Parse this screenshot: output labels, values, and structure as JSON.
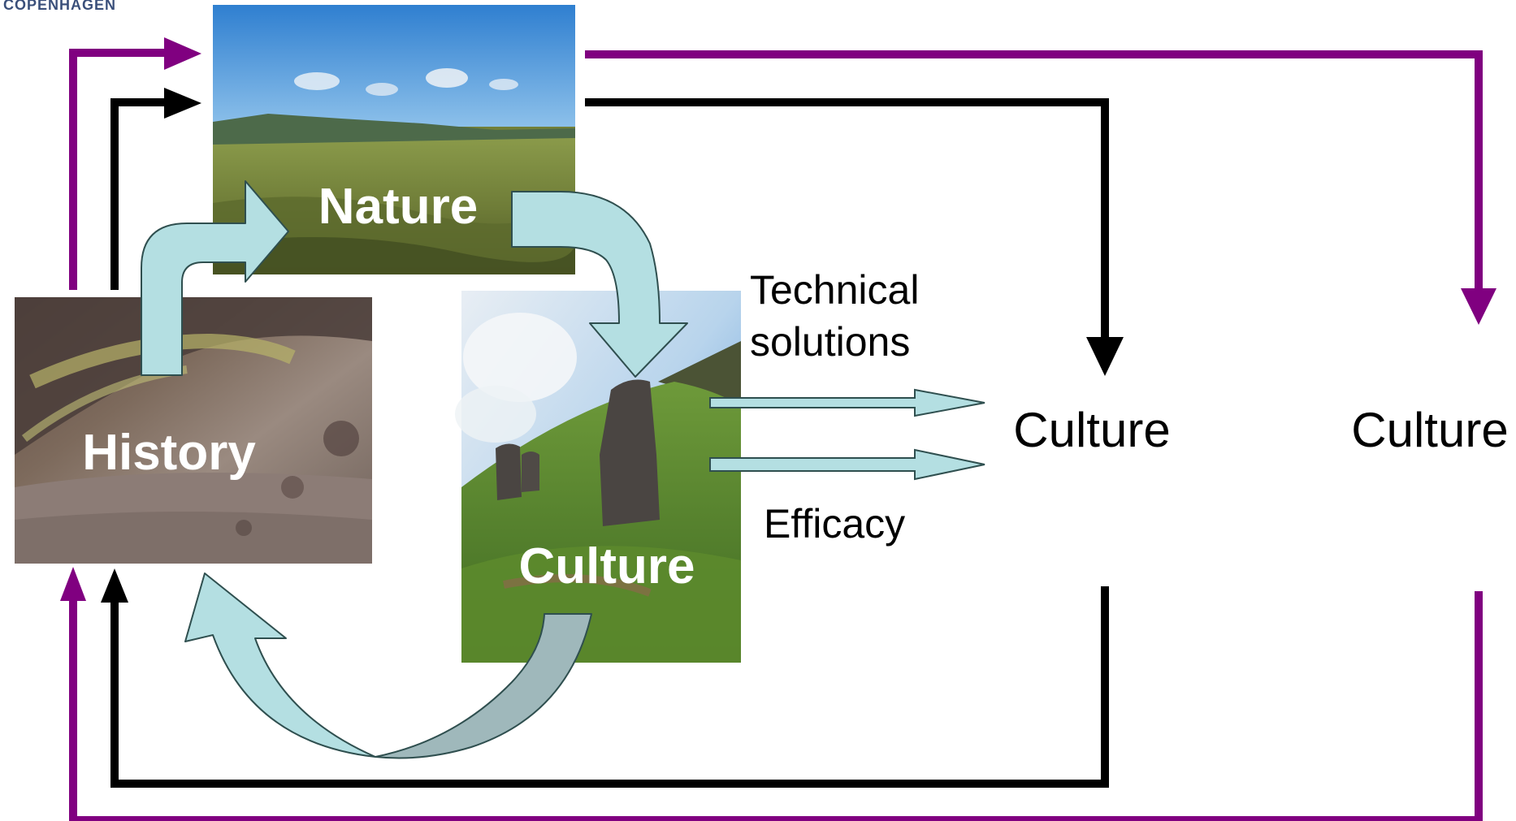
{
  "logo": {
    "text": "COPENHAGEN"
  },
  "colors": {
    "loop_purple": "#800080",
    "loop_black": "#000000",
    "cycle_arrow": "#b4dfe2",
    "cycle_arrow_dark": "#8fb0b3"
  },
  "nodes": {
    "nature": "Nature",
    "history": "History",
    "culture_photo": "Culture",
    "culture_middle": "Culture",
    "culture_right": "Culture"
  },
  "arrow_labels": {
    "technical": [
      "Technical",
      "solutions"
    ],
    "efficacy": "Efficacy"
  }
}
